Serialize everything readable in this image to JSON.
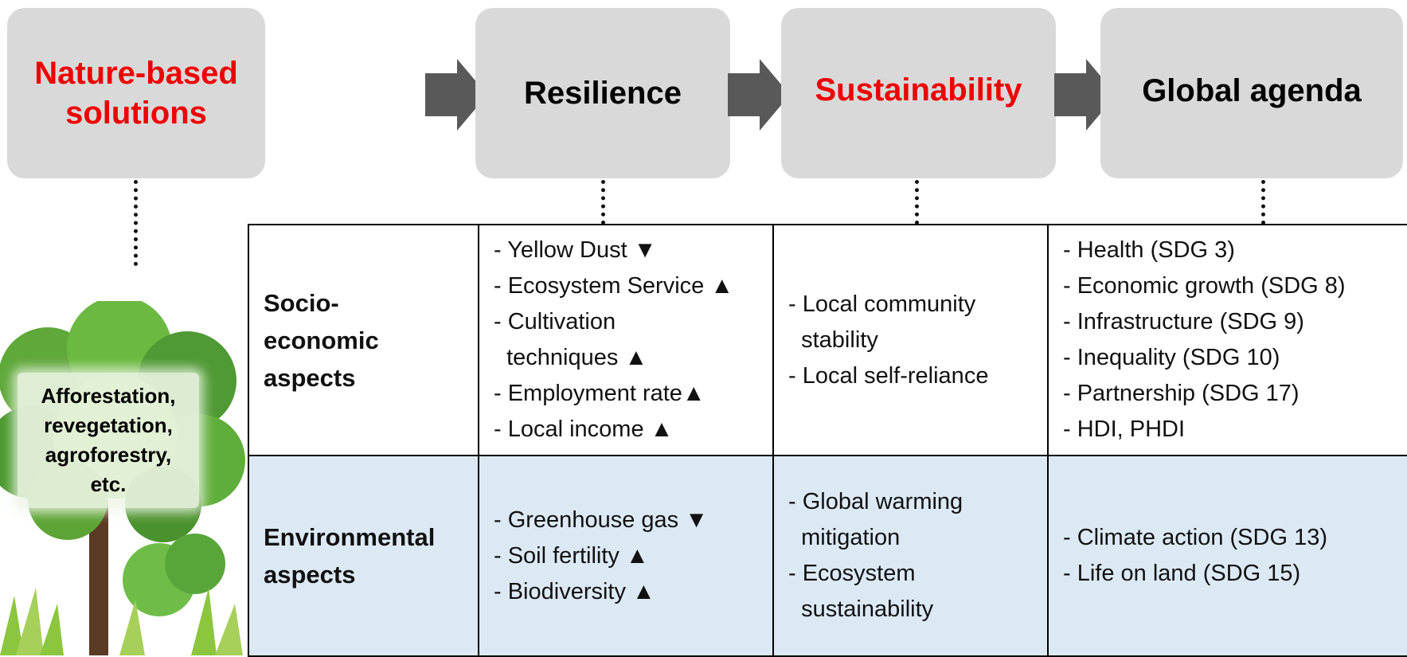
{
  "boxes": {
    "nbs": "Nature-based\nsolutions",
    "resilience": "Resilience",
    "sustainability": "Sustainability",
    "global": "Global agenda"
  },
  "tree_label": "Afforestation,\nrevegetation,\nagroforestry,\netc.",
  "rows": [
    {
      "header": "Socio-\neconomic\naspects",
      "resilience": [
        "- Yellow Dust ▼",
        "- Ecosystem Service ▲",
        "- Cultivation",
        "  techniques ▲",
        "- Employment rate▲",
        "- Local income ▲"
      ],
      "sustainability": [
        "- Local community",
        "  stability",
        "- Local self-reliance"
      ],
      "global": [
        "- Health (SDG 3)",
        "- Economic growth (SDG 8)",
        "- Infrastructure (SDG 9)",
        "- Inequality (SDG 10)",
        "- Partnership (SDG 17)",
        "- HDI, PHDI"
      ]
    },
    {
      "header": "Environmental\naspects",
      "resilience": [
        "- Greenhouse gas ▼",
        "- Soil fertility ▲",
        "- Biodiversity ▲"
      ],
      "sustainability": [
        "- Global warming",
        "  mitigation",
        "- Ecosystem",
        "  sustainability"
      ],
      "global": [
        "- Climate action (SDG 13)",
        "- Life on land (SDG 15)"
      ]
    }
  ],
  "colors": {
    "highlight": "#ee0000",
    "box": "#d9d9d9",
    "env_row": "#dce9f5",
    "arrow": "#595959"
  }
}
